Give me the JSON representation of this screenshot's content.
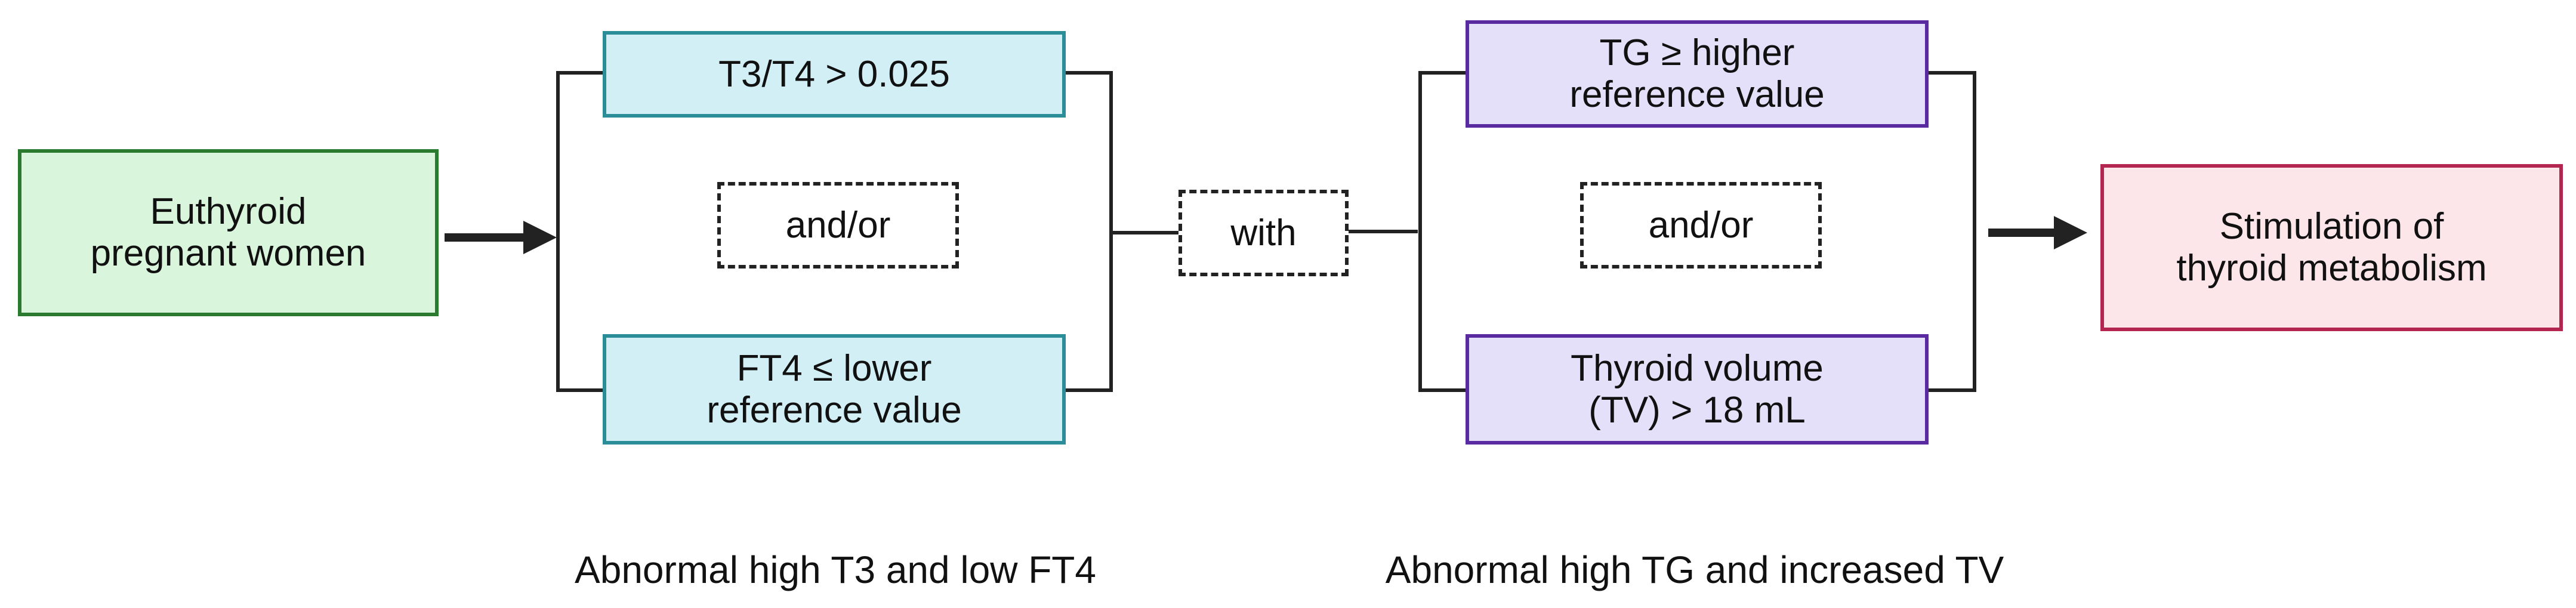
{
  "nodes": {
    "start": {
      "line1": "Euthyroid",
      "line2": "pregnant women",
      "color": "#2a7a2f",
      "fill": "#d9f5dc"
    },
    "t3t4": {
      "line1": "T3/T4 > 0.025",
      "color": "#2a8d97",
      "fill": "#d2eff6"
    },
    "andor_left": {
      "label": "and/or"
    },
    "ft4": {
      "line1": "FT4 ≤ lower",
      "line2": "reference value",
      "color": "#2a8d97",
      "fill": "#d2eff6"
    },
    "with": {
      "label": "with"
    },
    "tg": {
      "line1": "TG ≥ higher",
      "line2": "reference value",
      "color": "#5a2aa0",
      "fill": "#e4e0fa"
    },
    "andor_right": {
      "label": "and/or"
    },
    "tv": {
      "line1": "Thyroid volume",
      "line2": "(TV) > 18 mL",
      "color": "#5a2aa0",
      "fill": "#e4e0fa"
    },
    "end": {
      "line1": "Stimulation of",
      "line2": "thyroid metabolism",
      "color": "#b3264f",
      "fill": "#fde6ea"
    }
  },
  "captions": {
    "left": "Abnormal high T3 and low FT4",
    "right": "Abnormal high TG and increased TV"
  },
  "line_color": "#222222"
}
